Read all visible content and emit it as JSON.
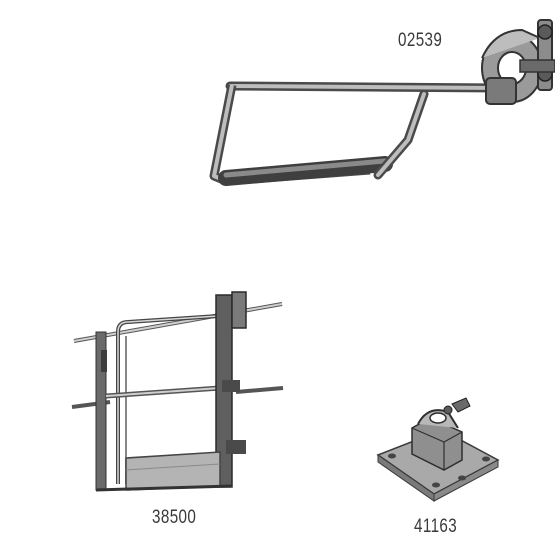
{
  "parts": [
    {
      "code": "02539",
      "icon": "tube-clamp-bracket-icon"
    },
    {
      "code": "38500",
      "icon": "self-closing-gate-icon"
    },
    {
      "code": "41163",
      "icon": "base-plate-mount-icon"
    }
  ],
  "colors": {
    "background": "#ffffff",
    "label": "#3a3a3a",
    "metal_light": "#c8c8c8",
    "metal_mid": "#8c8c8c",
    "metal_dark": "#4a4a4a"
  }
}
